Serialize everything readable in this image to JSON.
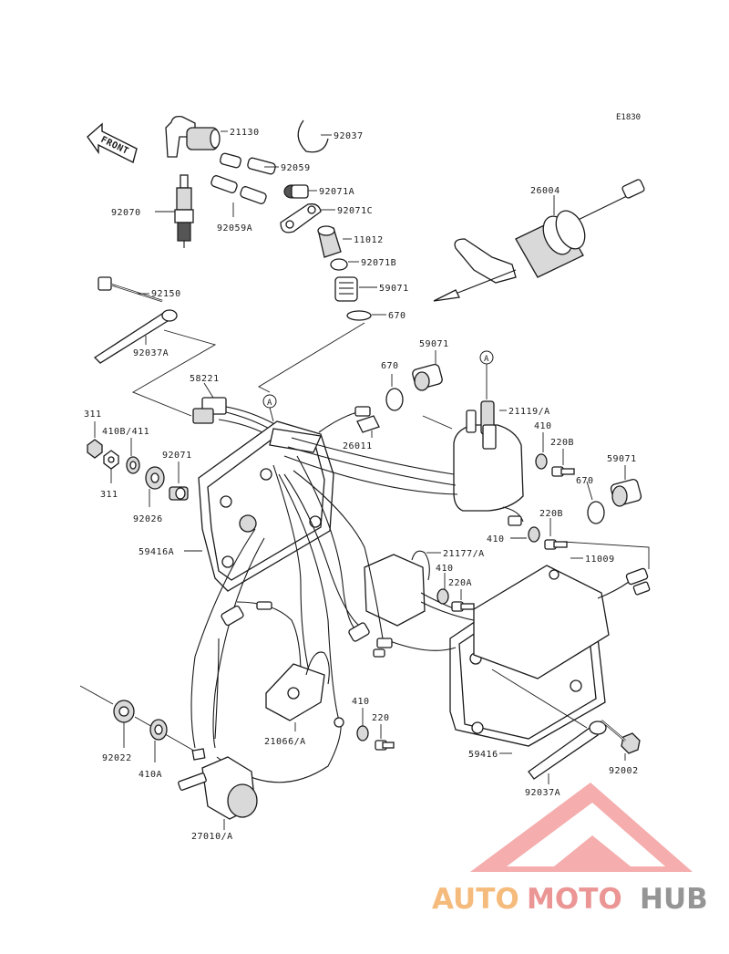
{
  "figure_code": "E1830",
  "front_arrow_text": "FRONT",
  "callout_letter": "A",
  "labels": {
    "p21130": "21130",
    "p92037": "92037",
    "p92059": "92059",
    "p92071A": "92071A",
    "p92070": "92070",
    "p92059A": "92059A",
    "p92071C": "92071C",
    "p26004": "26004",
    "p11012": "11012",
    "p92071B": "92071B",
    "p59071top": "59071",
    "p670top": "670",
    "p92150": "92150",
    "p92037A": "92037A",
    "p670mid": "670",
    "p59071mid": "59071",
    "p58221": "58221",
    "p311a": "311",
    "p410B411": "410B/411",
    "p311b": "311",
    "p92071": "92071",
    "p92026": "92026",
    "p26011": "26011",
    "p21119": "21119/A",
    "p410a": "410",
    "p220Ba": "220B",
    "p59071right": "59071",
    "p670right": "670",
    "p220Bb": "220B",
    "p410b": "410",
    "p59416A": "59416A",
    "p21177": "21177/A",
    "p11009": "11009",
    "p410c": "410",
    "p220A": "220A",
    "p410d": "410",
    "p220": "220",
    "p21066": "21066/A",
    "p59416": "59416",
    "p92022": "92022",
    "p410A": "410A",
    "p92002": "92002",
    "p92037Abot": "92037A",
    "p27010": "27010/A"
  },
  "watermark": {
    "part_a": "AUTO",
    "part_b": "MOTO",
    "part_c": "HUB",
    "colors": {
      "auto": "#f5b46e",
      "moto": "#e98a8a",
      "hub": "#8a8a8a"
    }
  }
}
